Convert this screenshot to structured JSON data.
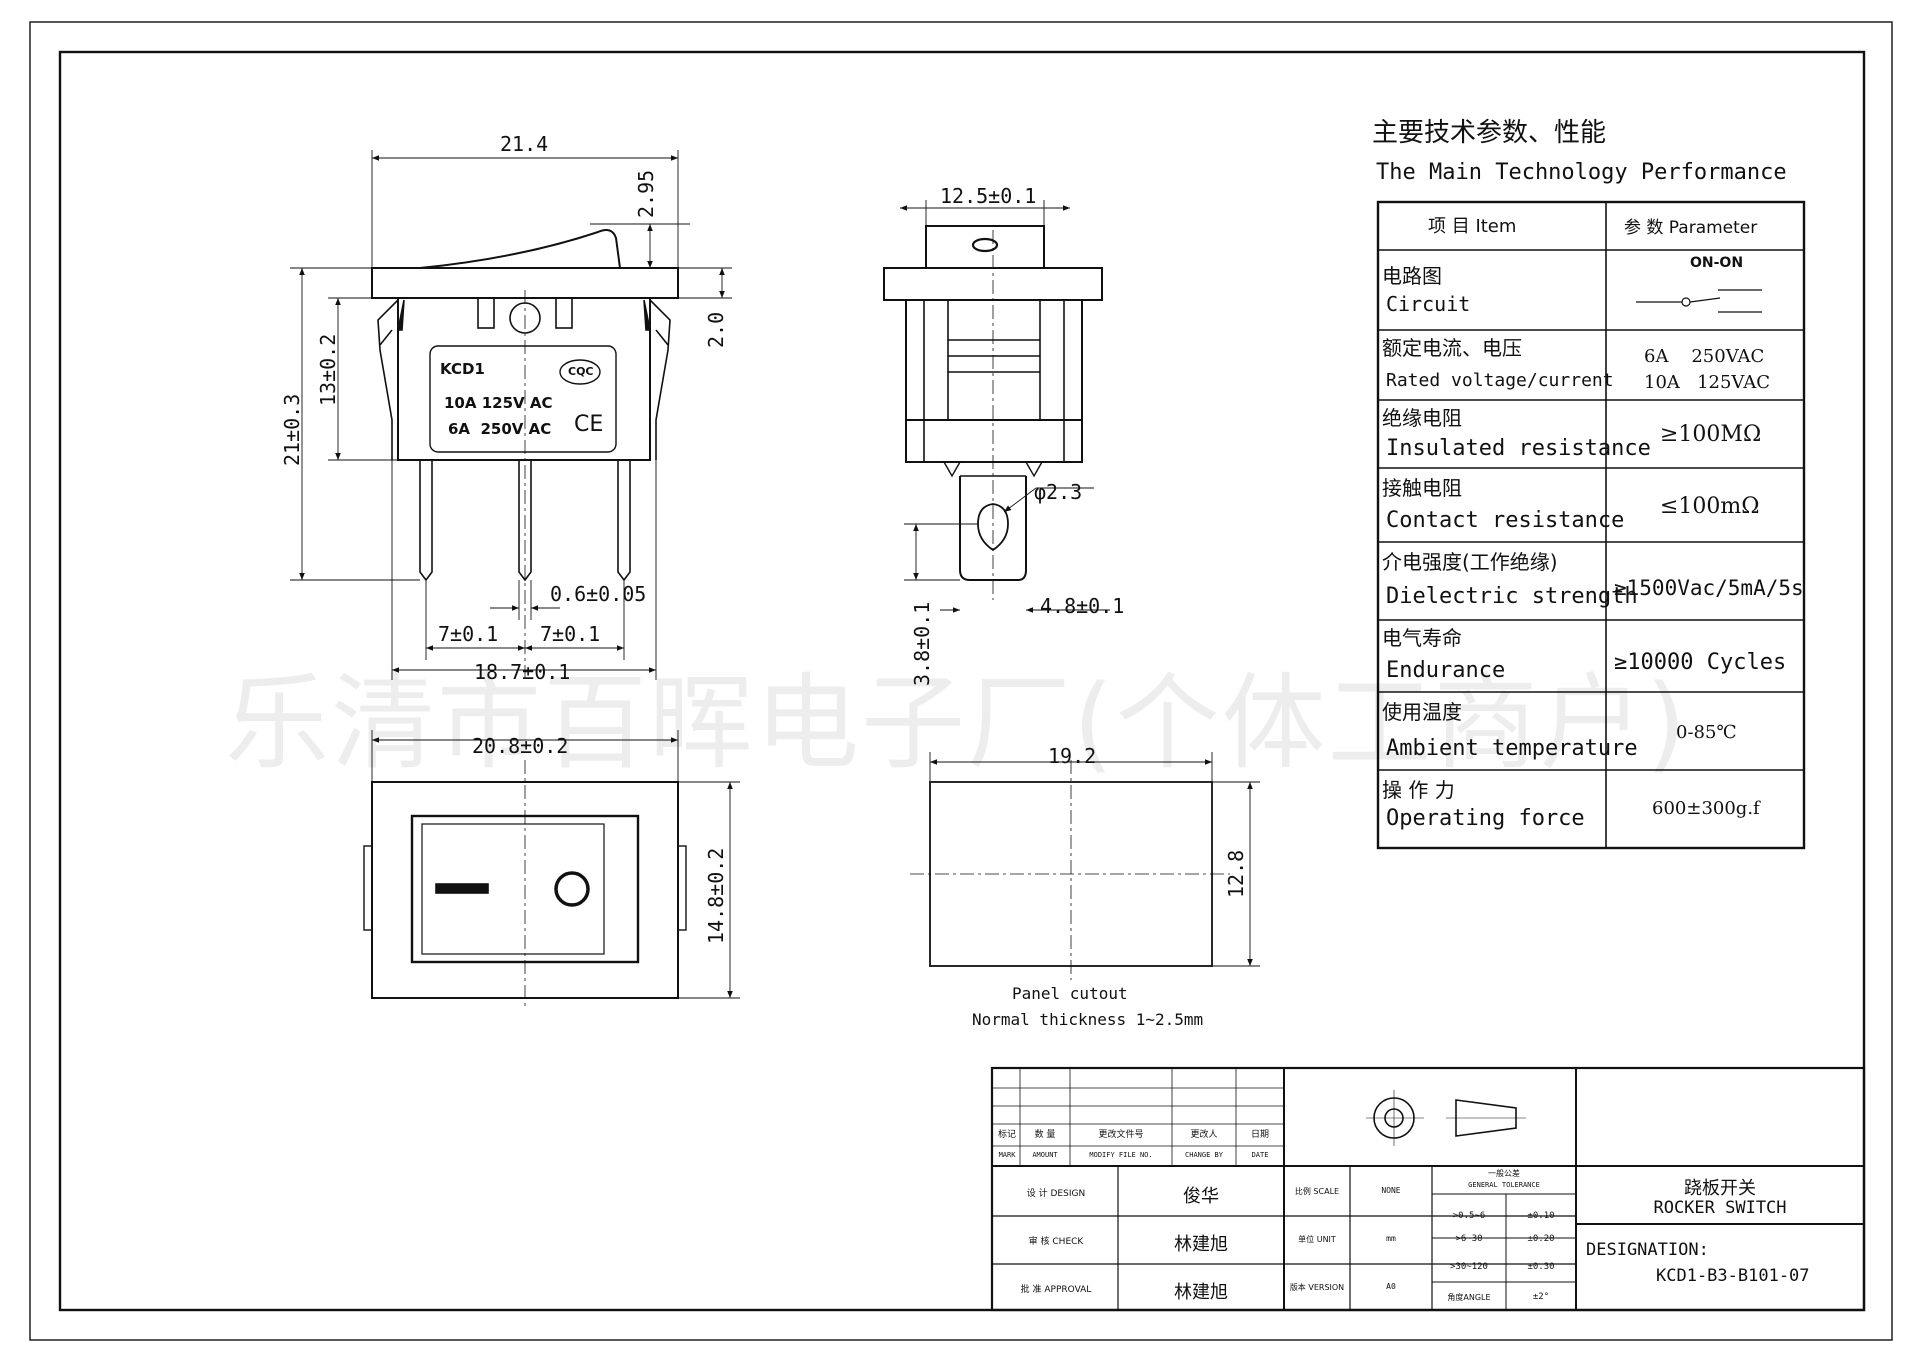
{
  "dimensions": {
    "front_width": "21.4",
    "front_rocker_height": "2.95",
    "front_height": "21±0.3",
    "front_body_height": "13±0.2",
    "front_frame_thickness": "2.0",
    "pin_thickness": "0.6±0.05",
    "pin_pitch_left": "7±0.1",
    "pin_pitch_right": "7±0.1",
    "pin_span": "18.7±0.1",
    "side_width": "12.5±0.1",
    "pin_hole": "φ2.3",
    "pin_width": "4.8±0.1",
    "pin_length": "3.8±0.1",
    "top_width": "20.8±0.2",
    "top_height": "14.8±0.2",
    "cutout_width": "19.2",
    "cutout_height": "12.8"
  },
  "body_label": {
    "model": "KCD1",
    "line1": "10A 125V AC",
    "line2": "6A  250V AC",
    "cert1": "CQC",
    "cert2": "CE"
  },
  "panel_cutout": {
    "title": "Panel cutout",
    "note": "Normal thickness 1~2.5mm"
  },
  "watermark": "乐清市百晖电子厂(个体工商户)",
  "specs": {
    "title_zh": "主要技术参数、性能",
    "title_en": "The Main Technology Performance",
    "header_item": "项 目 Item",
    "header_param": "参 数 Parameter",
    "rows": [
      {
        "zh": "电路图",
        "en": "Circuit",
        "value": "ON-ON"
      },
      {
        "zh": "额定电流、电压",
        "en": "Rated voltage/current",
        "value": "6A    250VAC",
        "value2": "10A   125VAC"
      },
      {
        "zh": "绝缘电阻",
        "en": "Insulated resistance",
        "value": "≥100MΩ"
      },
      {
        "zh": "接触电阻",
        "en": "Contact resistance",
        "value": "≤100mΩ"
      },
      {
        "zh": "介电强度(工作绝缘)",
        "en": "Dielectric strength",
        "value": "≥1500Vac/5mA/5s"
      },
      {
        "zh": "电气寿命",
        "en": "Endurance",
        "value": "≥10000 Cycles"
      },
      {
        "zh": "使用温度",
        "en": "Ambient temperature",
        "value": "0-85℃"
      },
      {
        "zh": "操 作 力",
        "en": "Operating force",
        "value": "600±300g.f"
      }
    ]
  },
  "title_block": {
    "rev_headers_zh": [
      "标记",
      "数 量",
      "更改文件号",
      "更改人",
      "日期"
    ],
    "rev_headers_en": [
      "MARK",
      "AMOUNT",
      "MODIFY FILE NO.",
      "CHANGE BY",
      "DATE"
    ],
    "design_label": "设 计 DESIGN",
    "design_value": "俊华",
    "check_label": "审 核 CHECK",
    "check_value": "林建旭",
    "approval_label": "批 准 APPROVAL",
    "approval_value": "林建旭",
    "scale_label": "比例 SCALE",
    "scale_value": "NONE",
    "unit_label": "单位 UNIT",
    "unit_value": "mm",
    "version_label": "版本 VERSION",
    "version_value": "A0",
    "tol_title_zh": "一般公差",
    "tol_title_en": "GENERAL TOLERANCE",
    "tolerances": [
      {
        "range": ">0.5~6",
        "value": "±0.10"
      },
      {
        "range": ">6~30",
        "value": "±0.20"
      },
      {
        "range": ">30~120",
        "value": "±0.30"
      },
      {
        "range": "角度ANGLE",
        "value": "±2°"
      }
    ],
    "product_zh": "跷板开关",
    "product_en": "ROCKER SWITCH",
    "designation_label": "DESIGNATION:",
    "designation_value": "KCD1-B3-B101-07"
  }
}
